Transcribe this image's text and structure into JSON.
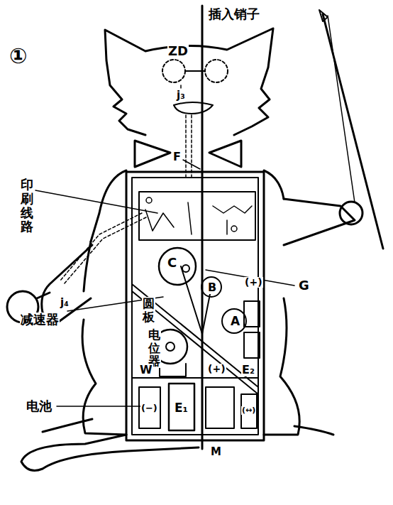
{
  "diagram": {
    "labels": [
      "①",
      "插入销子",
      "ZD",
      "j₃",
      "F",
      "印刷线路",
      "C",
      "B",
      "A",
      "G",
      "(+)",
      "j₄",
      "减速器",
      "圆板",
      "电位器",
      "W",
      "(+)",
      "E₂",
      "电池",
      "(−)",
      "E₁",
      "(↔)",
      "M"
    ]
  }
}
